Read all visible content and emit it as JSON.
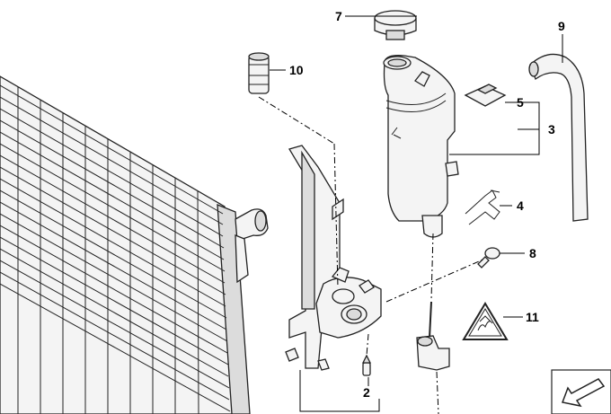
{
  "diagram": {
    "callouts": [
      {
        "id": "7",
        "label": "7"
      },
      {
        "id": "9",
        "label": "9"
      },
      {
        "id": "10",
        "label": "10"
      },
      {
        "id": "5",
        "label": "5"
      },
      {
        "id": "3",
        "label": "3"
      },
      {
        "id": "4",
        "label": "4"
      },
      {
        "id": "8",
        "label": "8"
      },
      {
        "id": "11",
        "label": "11"
      },
      {
        "id": "2",
        "label": "2"
      }
    ],
    "icons": {
      "nav_arrow": "arrow-down-left-icon",
      "warning_triangle": "hot-coolant-warning-icon"
    },
    "colors": {
      "line": "#222222",
      "part_fill": "#f4f4f4",
      "part_shade": "#dcdcdc",
      "background": "#ffffff"
    }
  }
}
